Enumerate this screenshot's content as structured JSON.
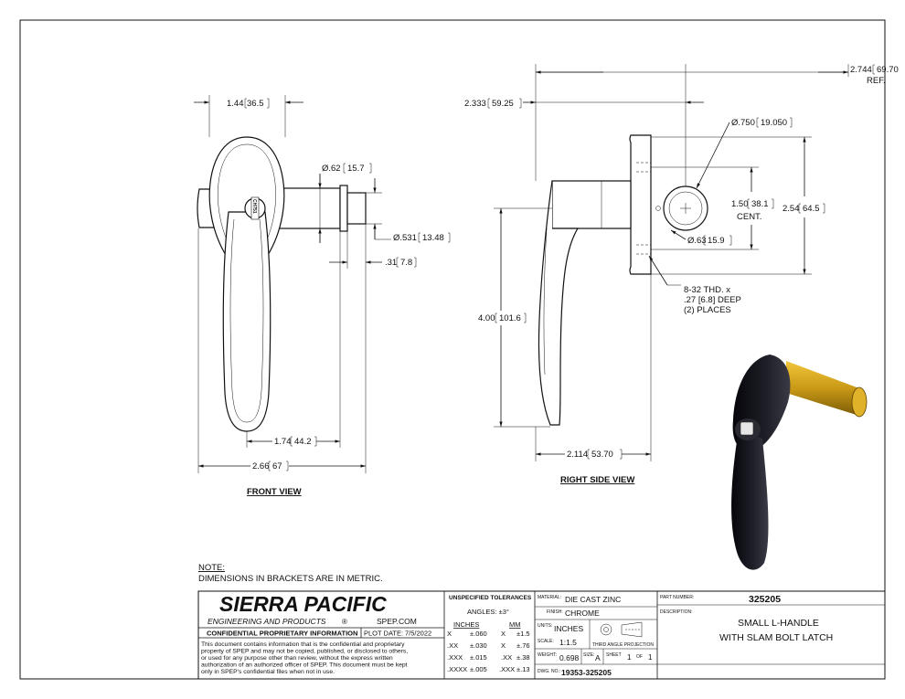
{
  "front_view": {
    "title": "FRONT VIEW",
    "dims": {
      "top_width": "1.44",
      "top_width_mm": "36.5",
      "bolt_dia": "Ø.62",
      "bolt_dia_mm": "15.7",
      "bolt_tip_dia": "Ø.531",
      "bolt_tip_dia_mm": "13.48",
      "bolt_tip_len": ".31",
      "bolt_tip_len_mm": "7.8",
      "handle_len": "1.74",
      "handle_len_mm": "44.2",
      "overall_width": "2.66",
      "overall_width_mm": "67"
    },
    "lock_mark": "CH751"
  },
  "side_view": {
    "title": "RIGHT SIDE VIEW",
    "dims": {
      "depth": "2.333",
      "depth_mm": "59.25",
      "ref_len": "2.744",
      "ref_len_mm": "69.70",
      "ref_label": "REF.",
      "hole_dia": "Ø.750",
      "hole_dia_mm": "19.050",
      "center": "1.50",
      "center_mm": "38.1",
      "center_label": "CENT.",
      "height": "2.54",
      "height_mm": "64.5",
      "boss_dia": "Ø.63",
      "boss_dia_mm": "15.9",
      "handle_height": "4.00",
      "handle_height_mm": "101.6",
      "base_len": "2.114",
      "base_len_mm": "53.70"
    },
    "thread_note": [
      "8-32 THD. x",
      ".27 [6.8] DEEP",
      "(2) PLACES"
    ]
  },
  "note": {
    "title": "NOTE:",
    "text": "DIMENSIONS IN BRACKETS ARE IN METRIC."
  },
  "title_block": {
    "company": "SIERRA PACIFIC",
    "company_sub": "ENGINEERING AND PRODUCTS",
    "registered": "®",
    "website": "SPEP.COM",
    "confidential_header": "CONFIDENTIAL PROPRIETARY INFORMATION",
    "plot_date_label": "PLOT DATE:",
    "plot_date": "7/5/2022",
    "confidential_text": [
      "This document contains information that is the confidential and proprietary",
      "property of SPEP and may not be copied, published, or disclosed to others,",
      "or used for any purpose  other than review, without the express written",
      "authorization of an authorized officer of SPEP. This document must be kept",
      "only in SPEP's confidential files when not in use."
    ],
    "tolerances_header": "UNSPECIFIED TOLERANCES",
    "angles": "ANGLES: ±3°",
    "inches_label": "INCHES",
    "mm_label": "MM",
    "tol_rows": [
      {
        "in_key": "X",
        "in_val": "±.060",
        "mm_key": "X",
        "mm_val": "±1.5"
      },
      {
        "in_key": ".XX",
        "in_val": "±.030",
        "mm_key": "X",
        "mm_val": "±.76"
      },
      {
        "in_key": ".XXX",
        "in_val": "±.015",
        "mm_key": ".XX",
        "mm_val": "±.38"
      },
      {
        "in_key": ".XXXX",
        "in_val": "±.005",
        "mm_key": ".XXX",
        "mm_val": "±.13"
      }
    ],
    "material_label": "MATERIAL:",
    "material": "DIE CAST ZINC",
    "finish_label": "FINISH:",
    "finish": "CHROME",
    "units_label": "UNITS:",
    "units": "INCHES",
    "scale_label": "SCALE:",
    "scale": "1:1.5",
    "projection": "THIRD ANGLE PROJECTION",
    "weight_label": "WEIGHT:",
    "weight": "0.698",
    "size_label": "SIZE:",
    "size": "A",
    "sheet_label": "SHEET",
    "sheet": "1",
    "of_label": "OF",
    "sheets": "1",
    "dwg_label": "DWG. NO.:",
    "dwg_no": "19353-325205",
    "part_number_label": "PART NUMBER:",
    "part_number": "325205",
    "description_label": "DESCRIPTION:",
    "description": [
      "SMALL L-HANDLE",
      "WITH SLAM BOLT LATCH"
    ]
  },
  "colors": {
    "handle": "#16161c",
    "bolt": "#c99a16",
    "border": "#111111"
  }
}
